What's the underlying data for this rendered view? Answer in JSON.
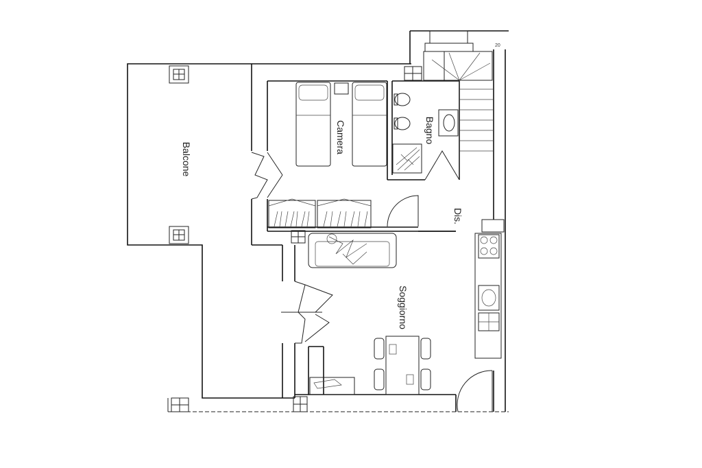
{
  "plan": {
    "rooms": {
      "balcony": "Balcone",
      "bedroom": "Camera",
      "bathroom": "Bagno",
      "hallway": "Dis.",
      "living": "Soggiorno"
    },
    "stair_marker": "20"
  }
}
